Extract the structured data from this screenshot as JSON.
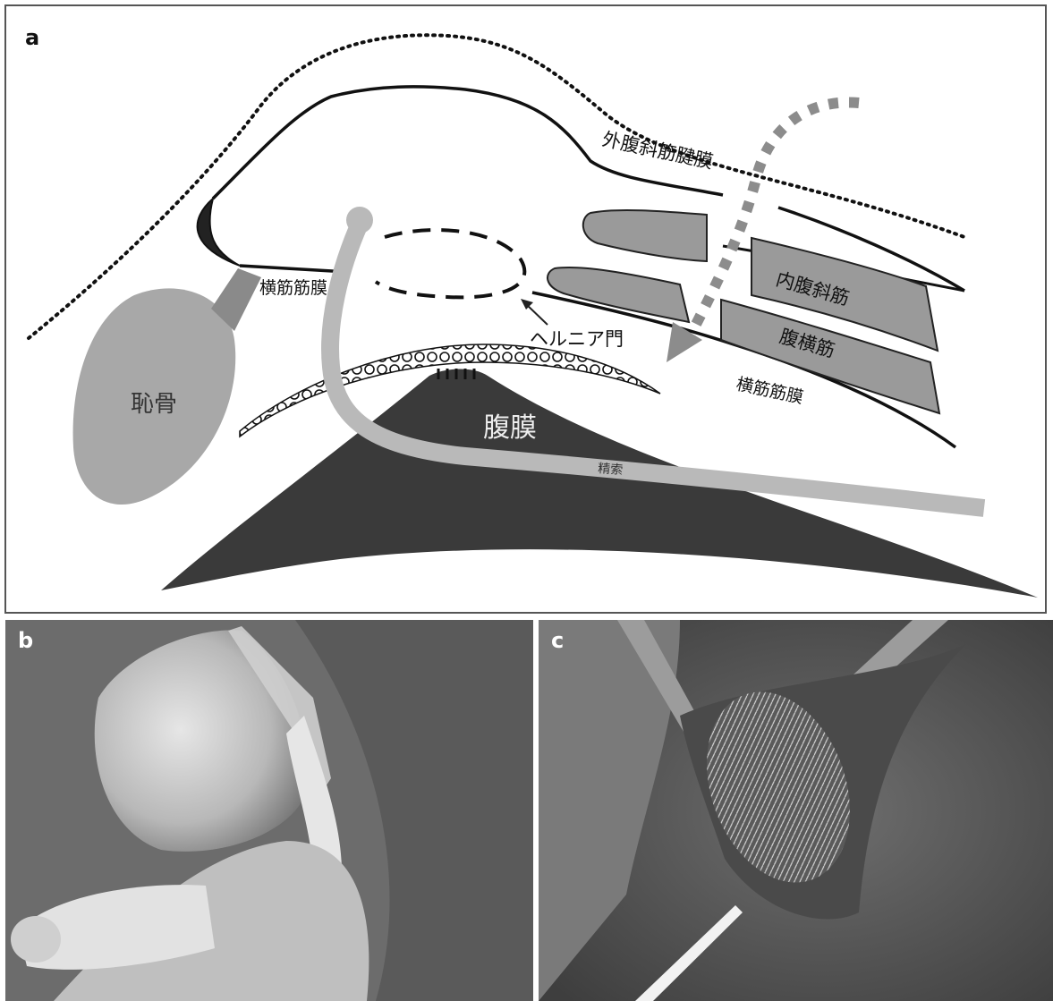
{
  "panels": {
    "a": {
      "letter": "a"
    },
    "b": {
      "letter": "b"
    },
    "c": {
      "letter": "c"
    }
  },
  "labels": {
    "external_oblique_aponeurosis": "外腹斜筋腱膜",
    "transversalis_fascia_left": "横筋筋膜",
    "hernia_orifice": "ヘルニア門",
    "internal_oblique": "内腹斜筋",
    "transversus_abdominis": "腹横筋",
    "transversalis_fascia_right": "横筋筋膜",
    "pubis": "恥骨",
    "peritoneum": "腹膜",
    "spermatic_cord": "精索"
  },
  "colors": {
    "dark_fill": "#3a3a3a",
    "muscle_fill": "#9a9a9a",
    "bone_fill": "#a8a8a8",
    "cord_fill": "#b9b9b9",
    "line": "#1a1a1a",
    "photo_dark": "#4a4a4a",
    "photo_mid": "#6c6c6c",
    "photo_light": "#d4d4d4"
  }
}
